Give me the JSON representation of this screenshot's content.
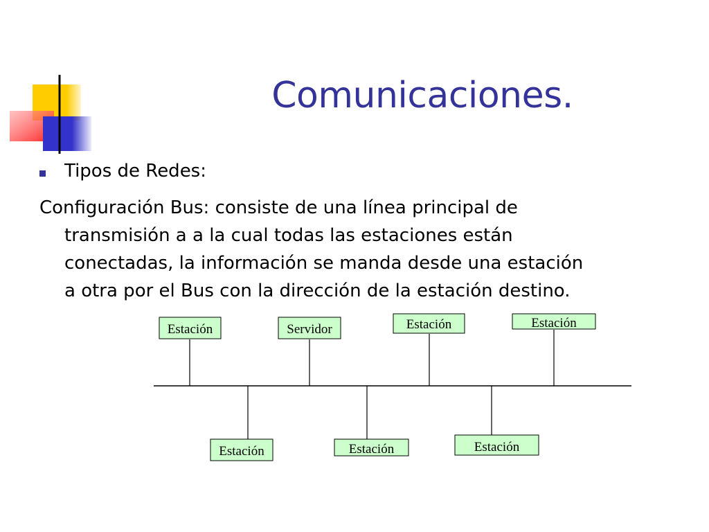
{
  "slide": {
    "title": "Comunicaciones.",
    "bullet": "Tipos de Redes:",
    "paragraph_lines": [
      "Configuración Bus: consiste de una línea principal de",
      "transmisión a a la cual todas las estaciones están",
      "conectadas, la información se manda desde una estación",
      "a otra por el  Bus con la dirección de la estación destino."
    ]
  },
  "colors": {
    "title": "#333399",
    "bullet": "#333399",
    "node_fill": "#ccffcc",
    "deco_yellow": "#ffcc00",
    "deco_red": "#ff3333",
    "deco_blue": "#3333cc"
  },
  "diagram": {
    "top_nodes": [
      "Estación",
      "Servidor",
      "Estación",
      "Estación"
    ],
    "bottom_nodes": [
      "Estación",
      "Estación",
      "Estación"
    ]
  }
}
